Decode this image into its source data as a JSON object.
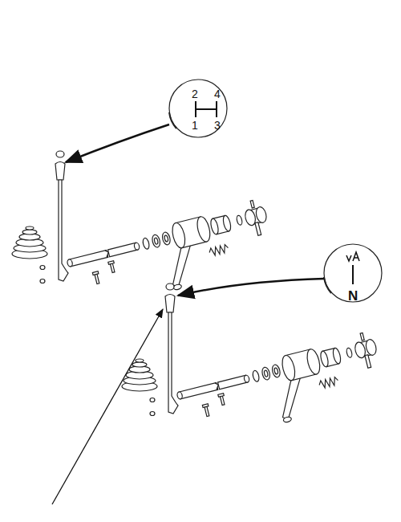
{
  "diagram": {
    "labels": [
      "2",
      "4",
      "1",
      "3",
      "N"
    ]
  }
}
